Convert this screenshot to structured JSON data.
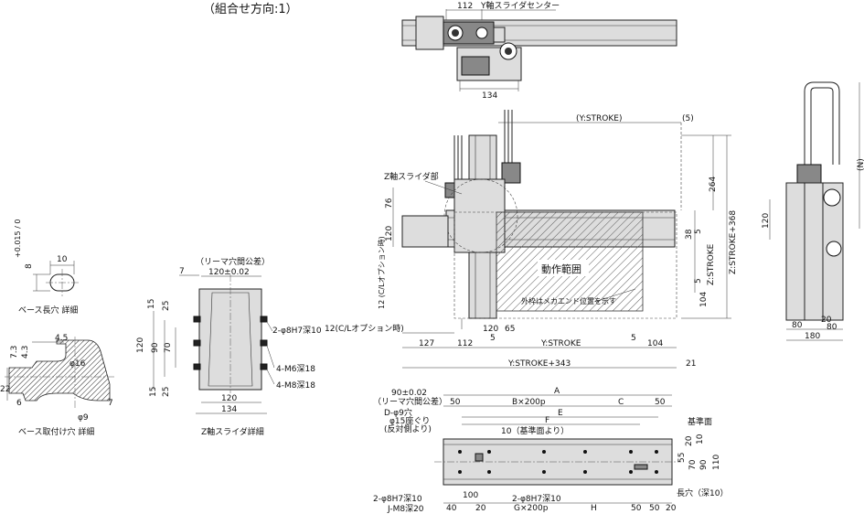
{
  "title": "（組合せ方向:1）",
  "top_view": {
    "dim_112": "112",
    "label_center": "Y軸スライダセンター",
    "dim_134": "134"
  },
  "base_hole": {
    "dim_8": "8",
    "tol": "+0.015 / 0",
    "dim_10": "10",
    "caption": "ベース長穴 詳細"
  },
  "base_mount": {
    "dim_7_3": "7.3",
    "dim_4_3": "4.3",
    "dim_4_5": "4.5",
    "phi16": "φ16",
    "dim_22": "22",
    "dim_6": "6",
    "dim_7": "7",
    "phi9": "φ9",
    "caption": "ベース取付け穴 詳細"
  },
  "z_slider": {
    "dim_7": "7",
    "ream_note": "（リーマ穴間公差）",
    "dim_120_tol": "120±0.02",
    "dims_left": [
      "25",
      "15",
      "120",
      "90",
      "70",
      "15",
      "25"
    ],
    "holes_a": "2-φ8H7深10",
    "holes_b": "4-M6深18",
    "holes_c": "4-M8深18",
    "dim_120": "120",
    "dim_134": "134",
    "caption": "Z軸スライダ詳細"
  },
  "front_view": {
    "y_stroke": "(Y:STROKE)",
    "dim_5_paren": "(5)",
    "z_label": "Z軸スライダ部",
    "dim_76": "76",
    "dim_120": "120",
    "cl_opt": "12 (C/Lオプション時)",
    "cl_opt2": "12(C/Lオプション時)",
    "dim_264": "264",
    "dim_38": "38",
    "dim_5a": "5",
    "dim_5b": "5",
    "dim_104": "104",
    "z_stroke": "Z:STROKE",
    "z_stroke_368": "Z:STROKE+368",
    "range": "動作範囲",
    "note": "外枠はメカエンド位置を示す",
    "bot_120": "120",
    "bot_65": "65",
    "bot_5a": "5",
    "bot_5b": "5",
    "dim_127": "127",
    "dim_112": "112",
    "y_stroke2": "Y:STROKE",
    "dim_104b": "104",
    "y_stroke_343": "Y:STROKE+343",
    "dim_21": "21"
  },
  "side_view": {
    "dim_n": "(N)",
    "dim_120": "120",
    "dim_80a": "80",
    "dim_20": "20",
    "dim_80b": "80",
    "dim_180": "180"
  },
  "base_view": {
    "dim_90_tol": "90±0.02",
    "ream_note": "（リーマ穴間公差）",
    "dim_a": "A",
    "dim_50a": "50",
    "dim_b": "B×200p",
    "dim_c": "C",
    "dim_50b": "50",
    "d_hole1": "D-φ9穴",
    "d_hole2": "φ15座ぐり",
    "d_hole3": "(反対側より)",
    "dim_e": "E",
    "dim_f": "F",
    "ref_10": "10（基準面より）",
    "ref_face": "基準面",
    "dims_right": [
      "10",
      "20",
      "55",
      "70",
      "90",
      "110"
    ],
    "note_pin": "2-φ8H7深10",
    "note_m8": "J-M8深20",
    "dim_100": "100",
    "dim_20": "20",
    "dim_40": "40",
    "dim_g": "G×200p",
    "dim_h": "H",
    "b50a": "50",
    "b50b": "50",
    "b20": "20",
    "long_hole": "長穴（深10）",
    "note_pin2": "2-φ8H7深10"
  }
}
